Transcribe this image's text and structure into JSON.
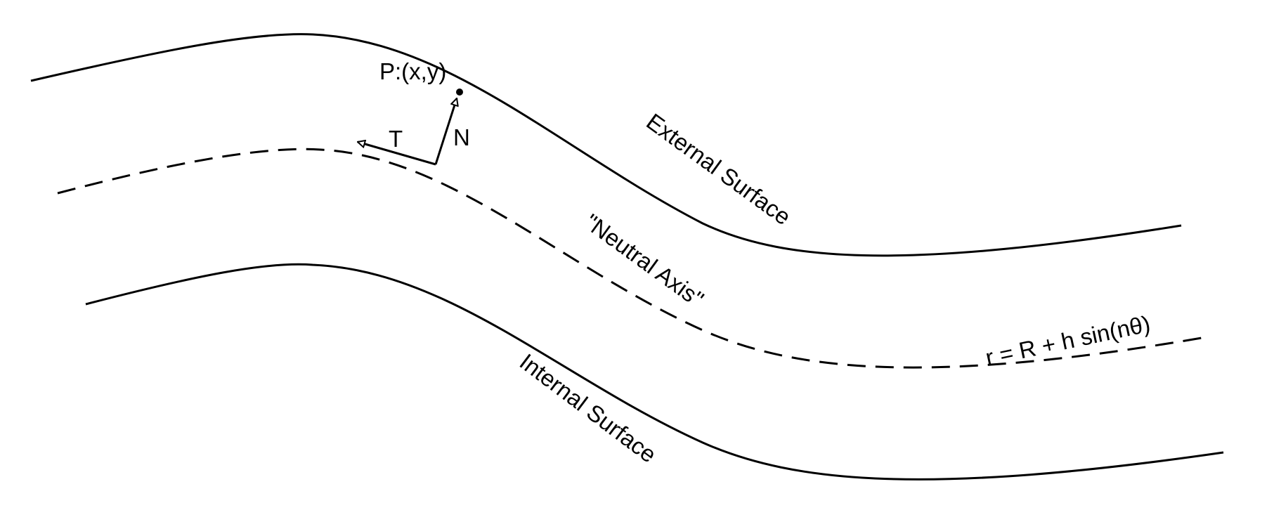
{
  "labels": {
    "point": "P:(x,y)",
    "tangent": "T",
    "normal": "N",
    "external": "External Surface",
    "neutral": "\"Neutral Axis\"",
    "internal": "Internal Surface",
    "equation": "r = R + h sin(nθ)"
  },
  "colors": {
    "stroke": "#000000",
    "background": "#ffffff"
  }
}
